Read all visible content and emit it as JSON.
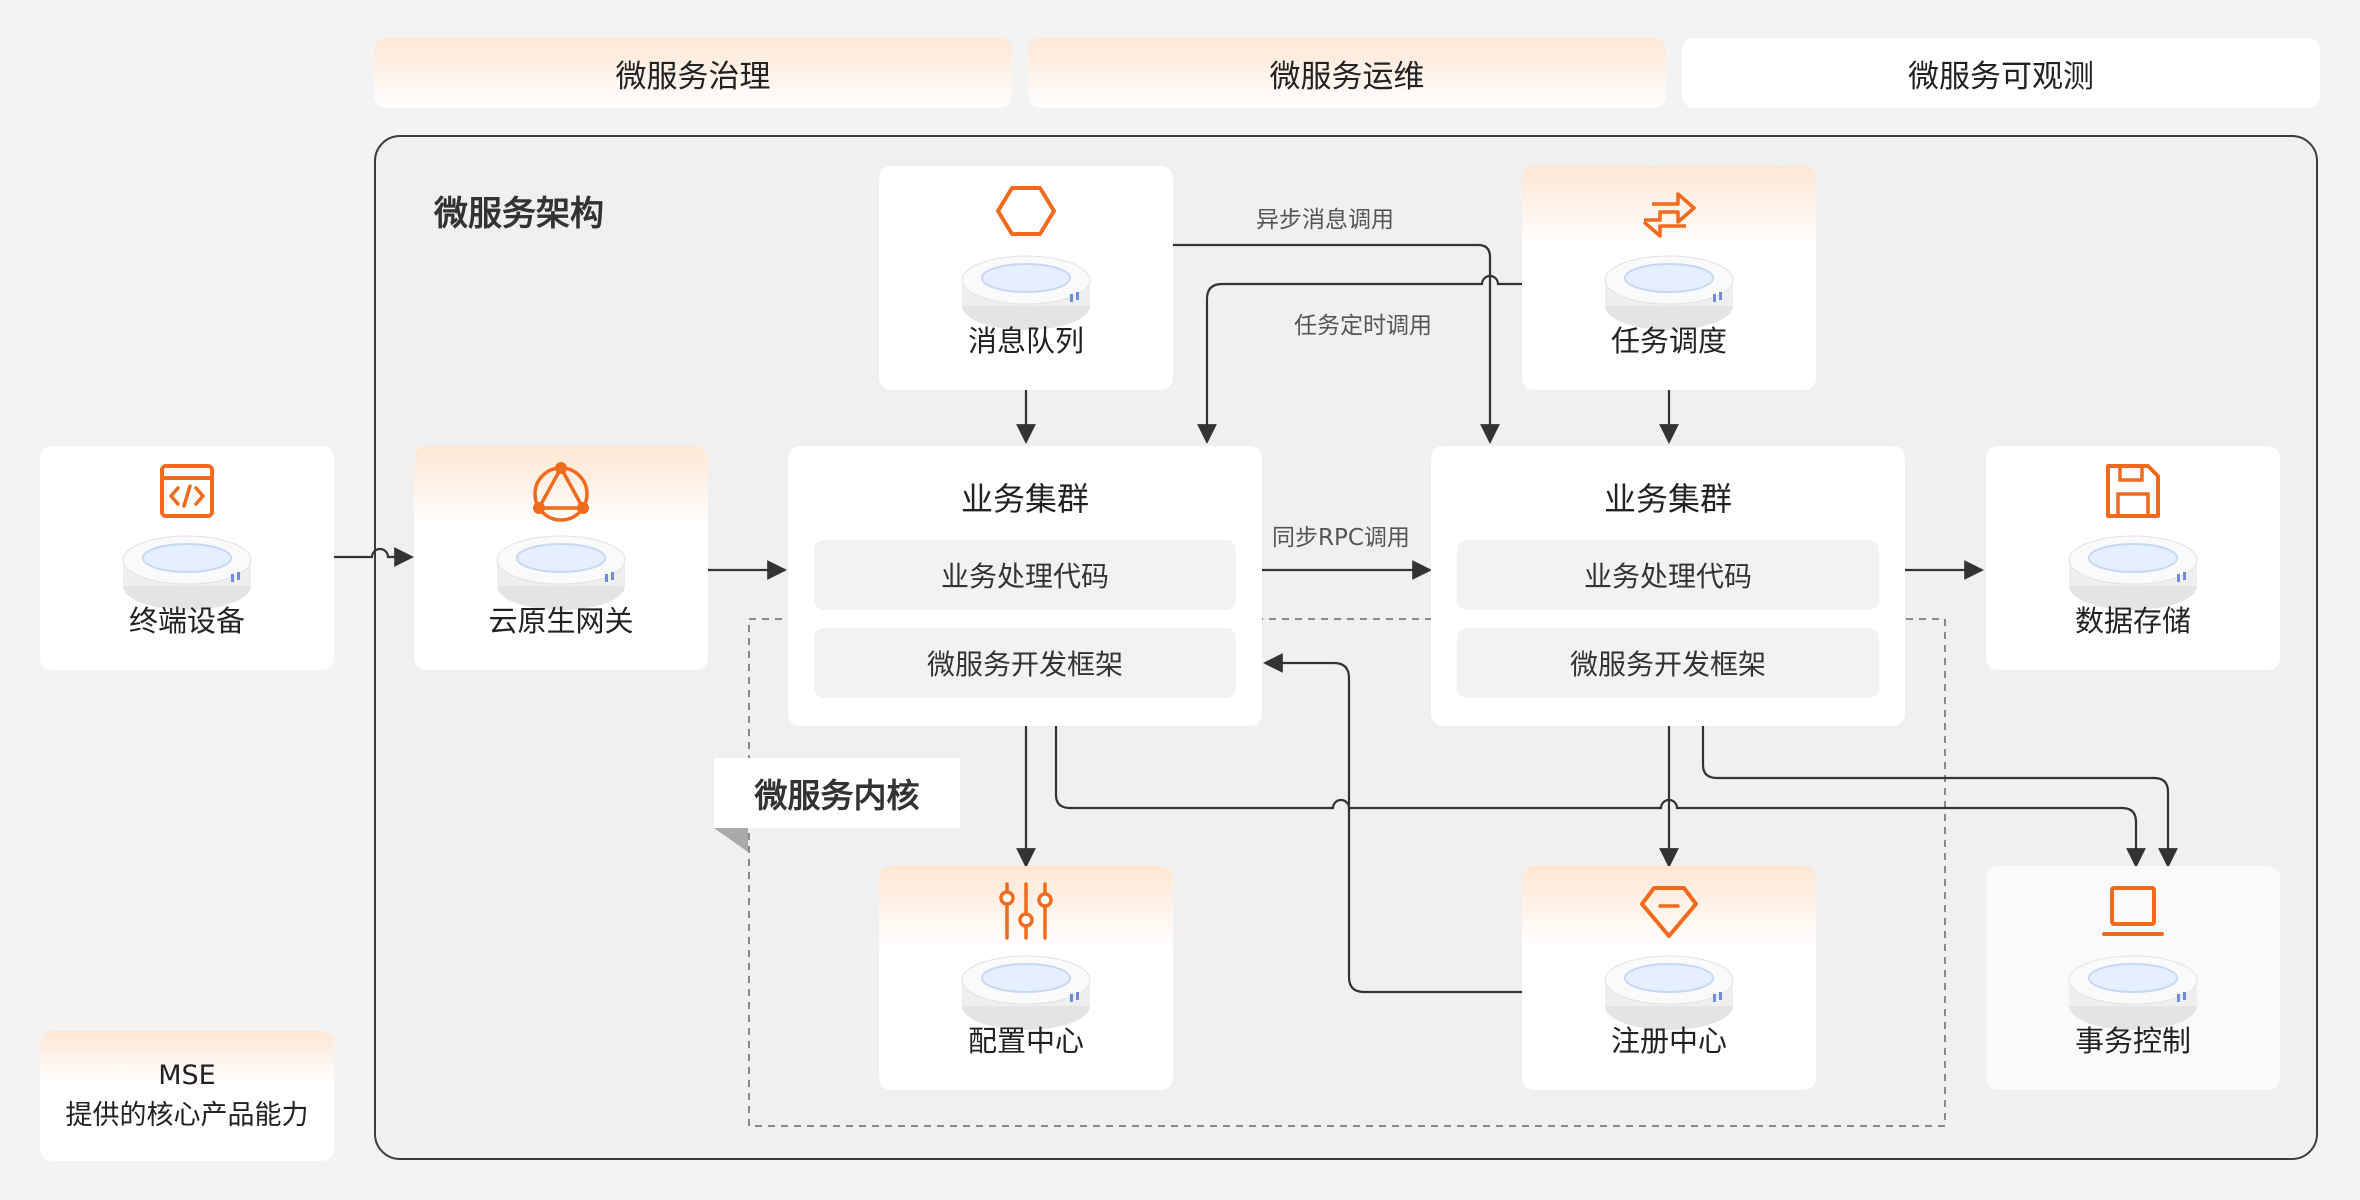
{
  "tabs": [
    {
      "label": "微服务治理"
    },
    {
      "label": "微服务运维"
    },
    {
      "label": "微服务可观测"
    }
  ],
  "architecture": {
    "title": "微服务架构",
    "kernel_label": "微服务内核"
  },
  "nodes": {
    "terminal": {
      "label": "终端设备",
      "icon": "code-window-icon"
    },
    "gateway": {
      "label": "云原生网关",
      "icon": "network-triangle-icon"
    },
    "message_queue": {
      "label": "消息队列",
      "icon": "hexagon-icon"
    },
    "task_scheduling": {
      "label": "任务调度",
      "icon": "swap-arrows-icon"
    },
    "data_storage": {
      "label": "数据存储",
      "icon": "floppy-disk-icon"
    },
    "config_center": {
      "label": "配置中心",
      "icon": "sliders-icon"
    },
    "registry_center": {
      "label": "注册中心",
      "icon": "diamond-gem-icon"
    },
    "transaction_control": {
      "label": "事务控制",
      "icon": "laptop-icon"
    }
  },
  "clusters": [
    {
      "title": "业务集群",
      "rows": [
        "业务处理代码",
        "微服务开发框架"
      ]
    },
    {
      "title": "业务集群",
      "rows": [
        "业务处理代码",
        "微服务开发框架"
      ]
    }
  ],
  "edges": {
    "async_message": "异步消息调用",
    "scheduled_task": "任务定时调用",
    "sync_rpc": "同步RPC调用"
  },
  "legend": {
    "line1": "MSE",
    "line2": "提供的核心产品能力"
  },
  "colors": {
    "accent": "#f26b1d",
    "line": "#3a3a3a",
    "card_gradient": "#ffe6d2"
  }
}
